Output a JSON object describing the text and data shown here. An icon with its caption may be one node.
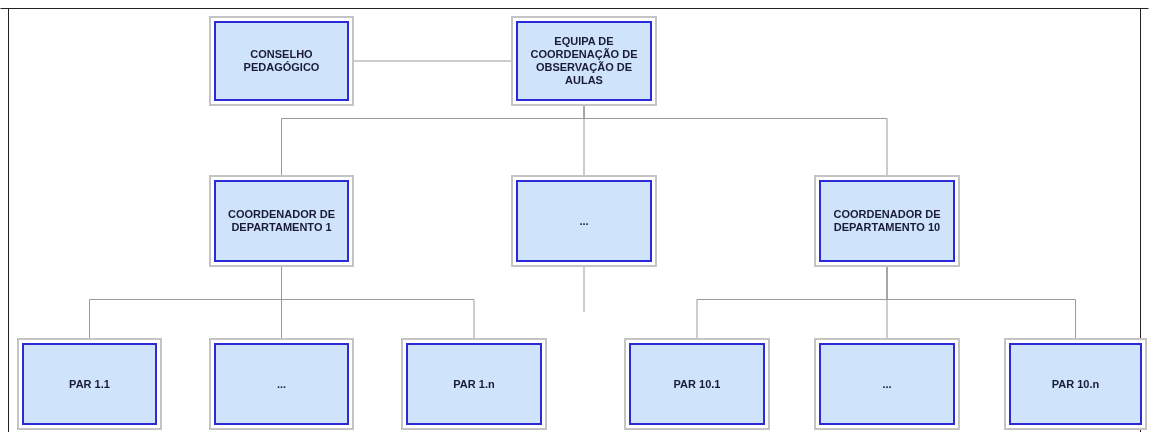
{
  "diagram": {
    "nodes": [
      {
        "text": [
          "CONSELHO PEDAGÓGICO"
        ]
      },
      {
        "text": [
          "EQUIPA DE COORDENAÇÃO DE OBSERVAÇÃO DE AULAS"
        ]
      },
      {
        "text": [
          "COORDENADOR DE DEPARTAMENTO 1"
        ]
      },
      {
        "text": [
          "..."
        ]
      },
      {
        "text": [
          "COORDENADOR DE DEPARTAMENTO 10"
        ]
      },
      {
        "text": [
          "PAR 1.1"
        ]
      },
      {
        "text": [
          "..."
        ]
      },
      {
        "text": [
          "PAR 1.n"
        ]
      },
      {
        "text": [
          "PAR 10.1"
        ]
      },
      {
        "text": [
          "..."
        ]
      },
      {
        "text": [
          "PAR 10.n"
        ]
      }
    ],
    "edges": [
      {
        "from": 0,
        "to": 1,
        "arrow": "none"
      },
      {
        "from": 1,
        "to": 2,
        "arrow": "none"
      },
      {
        "from": 1,
        "to": 3,
        "arrow": "none"
      },
      {
        "from": 1,
        "to": 4,
        "arrow": "none"
      },
      {
        "from": 3,
        "to": null,
        "arrow": "none"
      },
      {
        "from": 2,
        "to": 5,
        "arrow": "none"
      },
      {
        "from": 2,
        "to": 6,
        "arrow": "none"
      },
      {
        "from": 2,
        "to": 7,
        "arrow": "none"
      },
      {
        "from": 4,
        "to": 8,
        "arrow": "none"
      },
      {
        "from": 4,
        "to": 9,
        "arrow": "none"
      },
      {
        "from": 4,
        "to": 10,
        "arrow": "none"
      }
    ]
  }
}
